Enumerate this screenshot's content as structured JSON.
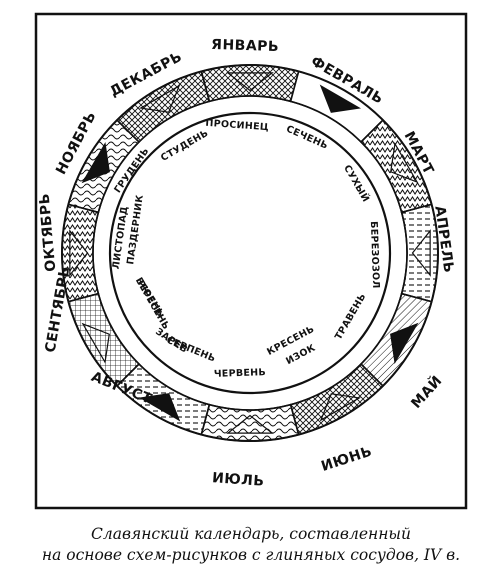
{
  "months": [
    {
      "name": "ЯНВАРЬ",
      "inner": "ПРОСИНЕЦ"
    },
    {
      "name": "ФЕВРАЛЬ",
      "inner": "СЕЧЕНЬ"
    },
    {
      "name": "МАРТ",
      "inner": "СУХЫЙ"
    },
    {
      "name": "АПРЕЛЬ",
      "inner": "БЕРЕЗОЗОЛ"
    },
    {
      "name": "МАЙ",
      "inner": "ТРАВЕНЬ"
    },
    {
      "name": "ИЮНЬ",
      "inner": "ИЗОК"
    },
    {
      "name": "ИЮЛЬ",
      "inner": "ЧЕРВЕНЬ"
    },
    {
      "name": "АВГУСТ",
      "inner": "СЕРПЕНЬ"
    },
    {
      "name": "СЕНТЯБРЬ",
      "inner": "РЮЕНЬ"
    },
    {
      "name": "ОКТЯБРЬ",
      "inner": "ЛИСТОПАД"
    },
    {
      "name": "НОЯБРЬ",
      "inner": "ГРУДЕНЬ"
    },
    {
      "name": "ДЕКАБРЬ",
      "inner": "СТУДЕНЬ"
    }
  ],
  "extra_inner_labels": [
    "КРЕСЕНЬ",
    "ЗАРЕВ",
    "ПАЗДЕРНИК",
    "ВЕРЕСЕНЬ"
  ],
  "caption": {
    "line1": "Славянский календарь, составленный",
    "line2": "на основе схем-рисунков с глиняных сосудов, IV в."
  }
}
